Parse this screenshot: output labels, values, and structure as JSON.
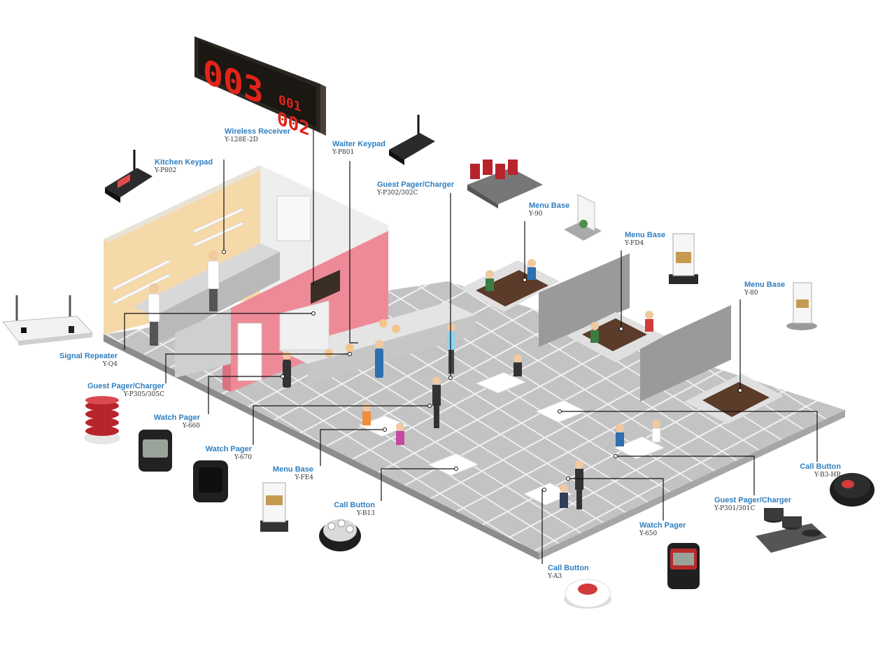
{
  "display": {
    "main": "003",
    "small_top": "001",
    "small_bottom": "002"
  },
  "colors": {
    "label_blue": "#2f7fc1",
    "model_text": "#333333",
    "led_red": "#e2231a",
    "floor": "#bdbdbd",
    "kitchen_wall": "#f6d9a8",
    "pink_wall": "#ee8a97",
    "partition": "#9a9a9a"
  },
  "labels": {
    "wireless_receiver": {
      "name": "Wireless Receiver",
      "model": "Y-128E-2D"
    },
    "waiter_keypad": {
      "name": "Waiter Keypad",
      "model": "Y-P801"
    },
    "kitchen_keypad": {
      "name": "Kitchen Keypad",
      "model": "Y-P802"
    },
    "guest_pager_top": {
      "name": "Guest Pager/Charger",
      "model": "Y-P302/302C"
    },
    "menu_base_90": {
      "name": "Menu Base",
      "model": "Y-90"
    },
    "menu_base_fd4": {
      "name": "Menu Base",
      "model": "Y-FD4"
    },
    "menu_base_80": {
      "name": "Menu Base",
      "model": "Y-80"
    },
    "signal_repeater": {
      "name": "Signal Repeater",
      "model": "Y-Q4"
    },
    "guest_pager_left": {
      "name": "Guest Pager/Charger",
      "model": "Y-P305/305C"
    },
    "watch_pager_660": {
      "name": "Watch Pager",
      "model": "Y-660"
    },
    "watch_pager_670": {
      "name": "Watch Pager",
      "model": "Y-670"
    },
    "menu_base_fe4": {
      "name": "Menu Base",
      "model": "Y-FE4"
    },
    "call_button_b13": {
      "name": "Call Button",
      "model": "Y-B13"
    },
    "call_button_b3": {
      "name": "Call Button",
      "model": "Y-B3-HR"
    },
    "guest_pager_right": {
      "name": "Guest Pager/Charger",
      "model": "Y-P301/301C"
    },
    "watch_pager_650": {
      "name": "Watch Pager",
      "model": "Y-650"
    },
    "call_button_a3": {
      "name": "Call Button",
      "model": "Y-A3"
    }
  }
}
